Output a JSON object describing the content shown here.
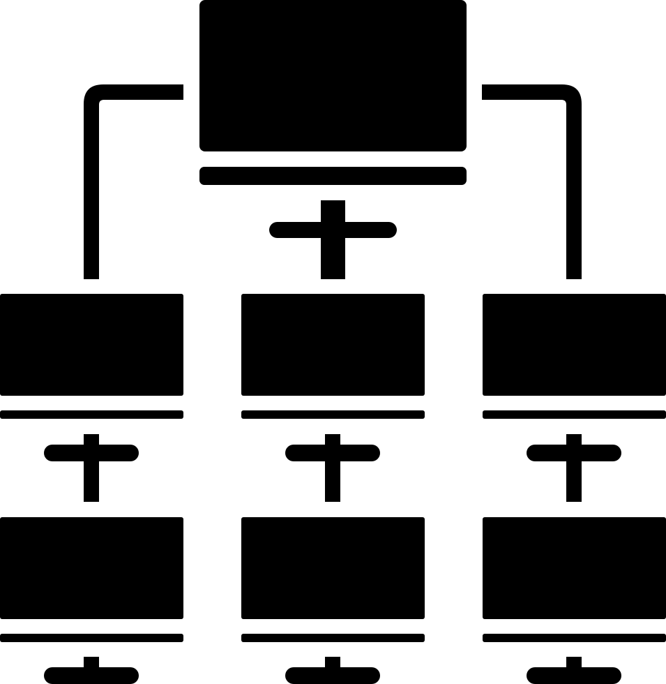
{
  "icon": {
    "name": "computer-network-hierarchy-icon",
    "fill": "#000000",
    "background": "#ffffff",
    "nodes": [
      {
        "id": "root",
        "level": 0
      },
      {
        "id": "mid-left",
        "level": 1
      },
      {
        "id": "mid-center",
        "level": 1
      },
      {
        "id": "mid-right",
        "level": 1
      },
      {
        "id": "bottom-left",
        "level": 2
      },
      {
        "id": "bottom-center",
        "level": 2
      },
      {
        "id": "bottom-right",
        "level": 2
      }
    ],
    "links": [
      [
        "root",
        "mid-left"
      ],
      [
        "root",
        "mid-center"
      ],
      [
        "root",
        "mid-right"
      ],
      [
        "mid-left",
        "bottom-left"
      ],
      [
        "mid-center",
        "bottom-center"
      ],
      [
        "mid-right",
        "bottom-right"
      ]
    ]
  }
}
